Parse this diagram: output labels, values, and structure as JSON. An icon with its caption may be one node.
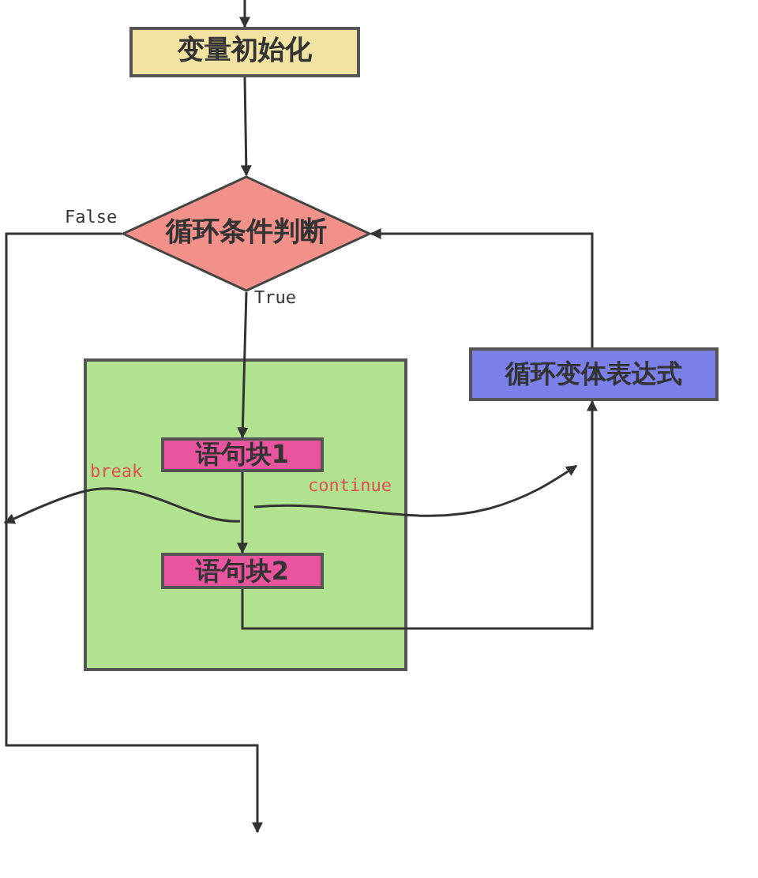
{
  "diagram": {
    "nodes": [
      {
        "text": [
          "变量初始化"
        ]
      },
      {
        "text": [
          "循环条件判断"
        ]
      },
      {
        "text": [],
        "shape": "box"
      },
      {
        "text": [
          "语句块1"
        ],
        "in": 2
      },
      {
        "text": [
          "语句块2"
        ],
        "in": 2
      },
      {
        "text": [
          "循环变体表达式"
        ]
      }
    ],
    "edges": [
      {
        "from": null,
        "to": 0,
        "arrow": "to"
      },
      {
        "from": 0,
        "to": 1,
        "arrow": "to"
      },
      {
        "from": 1,
        "to": 3,
        "arrow": "to",
        "label": "True"
      },
      {
        "from": 3,
        "to": 4,
        "arrow": "to"
      },
      {
        "from": 4,
        "to": 5,
        "arrow": "to"
      },
      {
        "from": 5,
        "to": 1,
        "arrow": "to"
      },
      {
        "from": 1,
        "to": null,
        "arrow": "to",
        "label": "False"
      },
      {
        "from": 3,
        "to": null,
        "arrow": "to",
        "label": "break"
      },
      {
        "from": 3,
        "to": null,
        "arrow": "to",
        "label": "continue"
      }
    ]
  }
}
